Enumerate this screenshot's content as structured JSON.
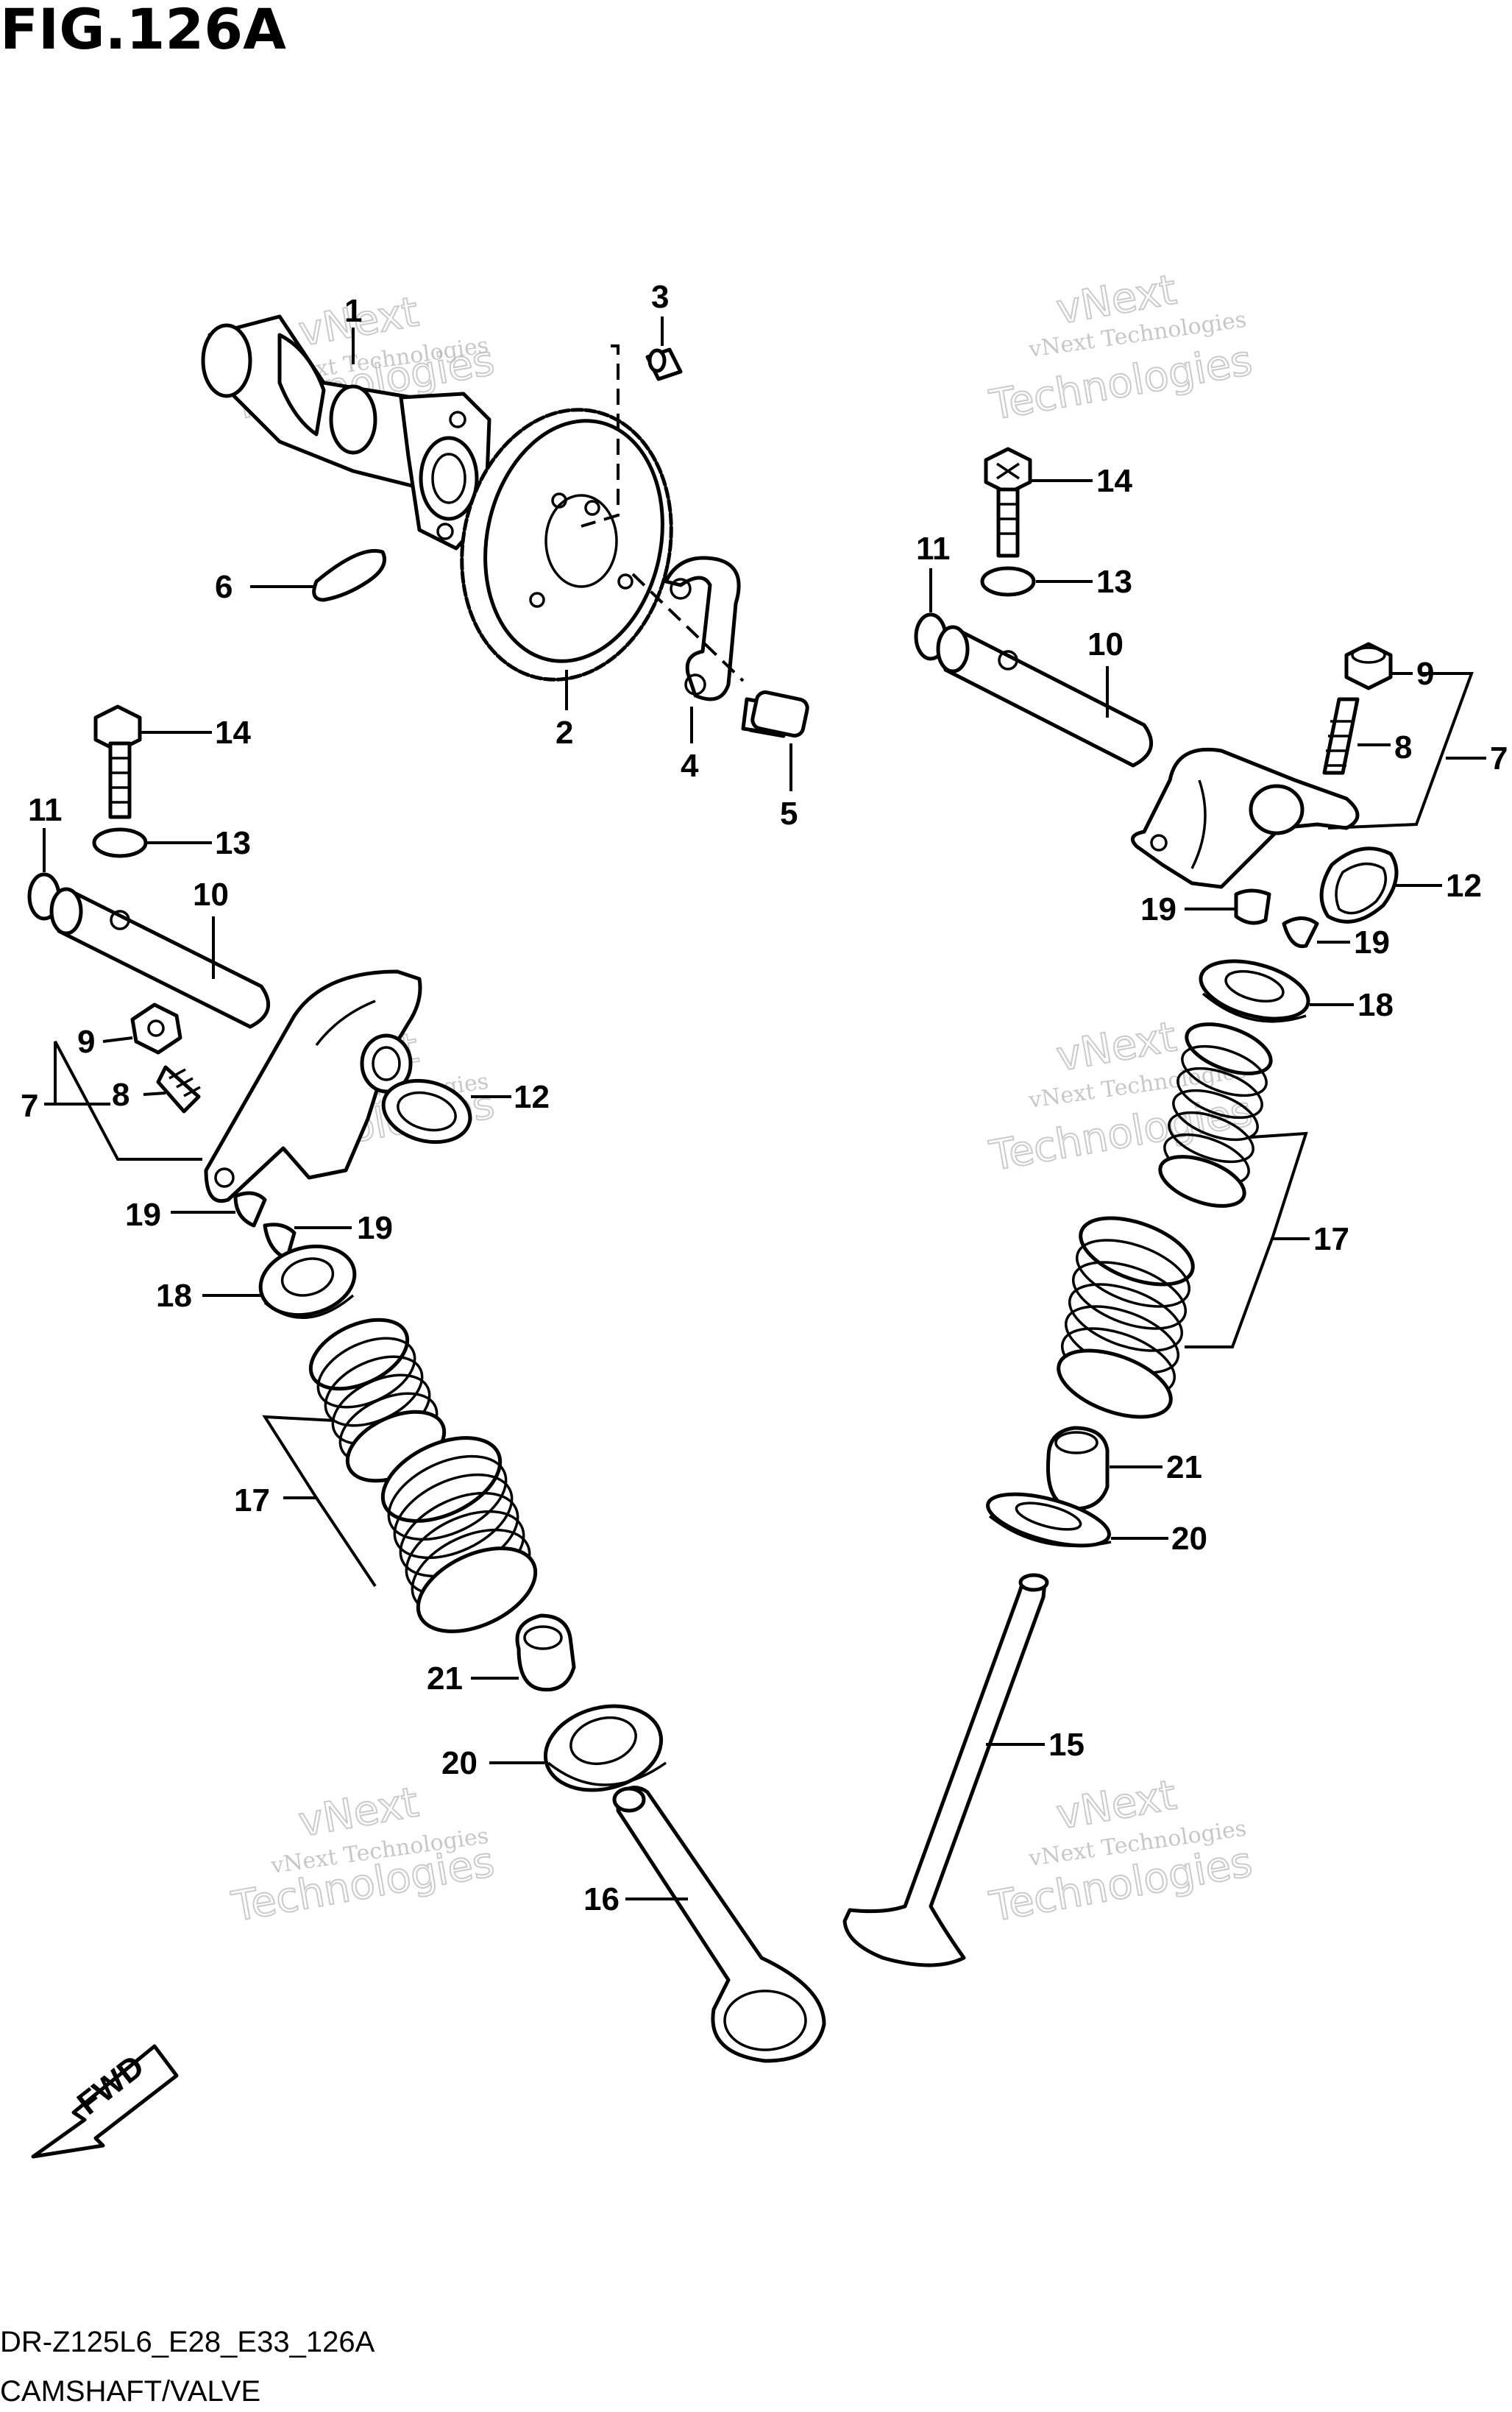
{
  "figure": {
    "title": "FIG.126A",
    "model_code": "DR-Z125L6_E28_E33_126A",
    "section_name": "CAMSHAFT/VALVE"
  },
  "watermark": {
    "line1": "vNext Technologies",
    "line2": "vNext",
    "line3": "Technologies"
  },
  "fwd_label": "FWD",
  "callouts": {
    "c1": "1",
    "c2": "2",
    "c3": "3",
    "c4": "4",
    "c5": "5",
    "c6": "6",
    "c7_left": "7",
    "c8_left": "8",
    "c9_left": "9",
    "c10_left": "10",
    "c11_left": "11",
    "c12_left": "12",
    "c13_left": "13",
    "c14_left": "14",
    "c19_left_a": "19",
    "c19_left_b": "19",
    "c18_left": "18",
    "c17_left": "17",
    "c21_left": "21",
    "c20_left": "20",
    "c16": "16",
    "c14_right": "14",
    "c13_right": "13",
    "c11_right": "11",
    "c10_right": "10",
    "c9_right": "9",
    "c8_right": "8",
    "c7_right": "7",
    "c12_right": "12",
    "c19_right_a": "19",
    "c19_right_b": "19",
    "c18_right": "18",
    "c17_right": "17",
    "c21_right": "21",
    "c20_right": "20",
    "c15": "15"
  }
}
